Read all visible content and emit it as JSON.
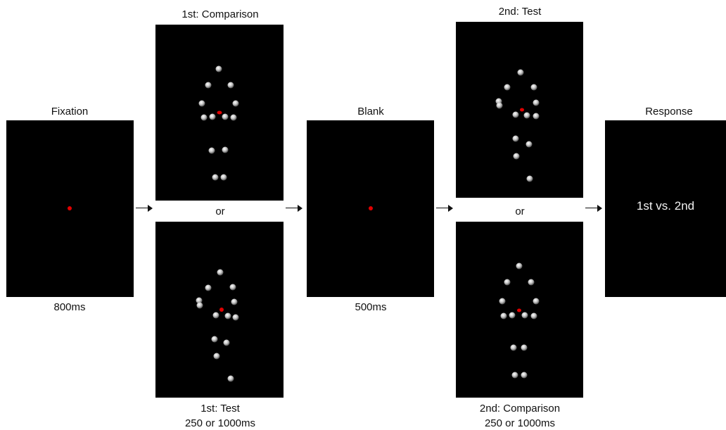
{
  "fixation": {
    "title": "Fixation",
    "duration": "800ms"
  },
  "first": {
    "title": "1st: Comparison",
    "or_label": "or",
    "bottom_title": "1st: Test",
    "bottom_duration": "250 or 1000ms"
  },
  "blank": {
    "title": "Blank",
    "duration": "500ms"
  },
  "second": {
    "title": "2nd: Test",
    "or_label": "or",
    "bottom_title": "2nd: Comparison",
    "bottom_duration": "250 or 1000ms"
  },
  "response": {
    "title": "Response",
    "prompt": "1st vs. 2nd"
  },
  "colors": {
    "screen": "#000000",
    "fixation_dot": "#e00000",
    "point_light": "#d9d9d9"
  }
}
